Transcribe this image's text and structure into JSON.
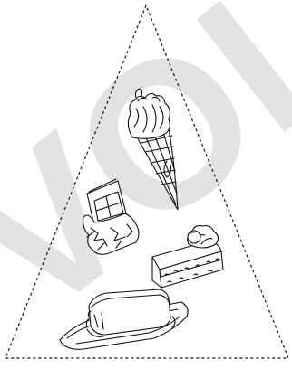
{
  "figure": {
    "subject": "food-pyramid-sweets-and-fats",
    "items": [
      {
        "name": "ice-cream-cone"
      },
      {
        "name": "chocolate-bar"
      },
      {
        "name": "cream-cake-slice"
      },
      {
        "name": "butter-block"
      }
    ]
  },
  "watermark": {
    "text": "VOI",
    "color": "#e3e3e3"
  }
}
